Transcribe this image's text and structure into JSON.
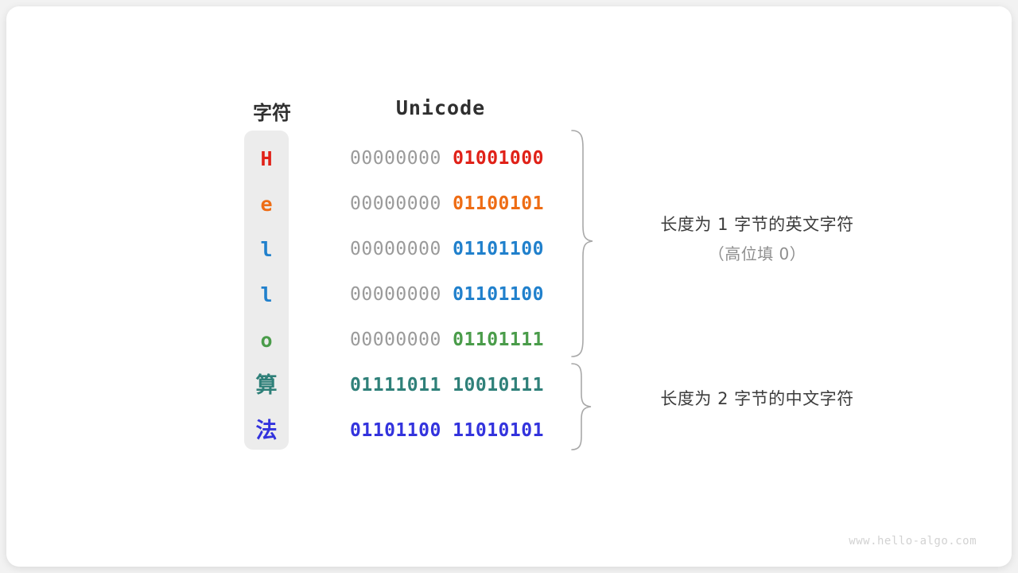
{
  "headers": {
    "char": "字符",
    "unicode": "Unicode"
  },
  "colors": {
    "red": "#e02118",
    "orange": "#ee6c14",
    "blue": "#2080cc",
    "green": "#4a9c4a",
    "teal": "#2f8079",
    "indigo": "#3333dd",
    "gray_high_bits": "#9a9a9a",
    "pill_bg": "#ececec",
    "card_bg": "#ffffff",
    "page_bg": "#f2f2f2",
    "brace": "#a8a8a8",
    "label_primary": "#3c3c3c",
    "label_secondary": "#8e8e8e",
    "watermark": "#d2d2d2"
  },
  "rows": [
    {
      "char": "H",
      "color": "#e02118",
      "high": "00000000",
      "low": "01001000",
      "cjk": false
    },
    {
      "char": "e",
      "color": "#ee6c14",
      "high": "00000000",
      "low": "01100101",
      "cjk": false
    },
    {
      "char": "l",
      "color": "#2080cc",
      "high": "00000000",
      "low": "01101100",
      "cjk": false
    },
    {
      "char": "l",
      "color": "#2080cc",
      "high": "00000000",
      "low": "01101100",
      "cjk": false
    },
    {
      "char": "o",
      "color": "#4a9c4a",
      "high": "00000000",
      "low": "01101111",
      "cjk": false
    },
    {
      "char": "算",
      "color": "#2f8079",
      "high": "01111011",
      "low": "10010111",
      "cjk": true,
      "high_bold": true
    },
    {
      "char": "法",
      "color": "#3333dd",
      "high": "01101100",
      "low": "11010101",
      "cjk": true,
      "high_bold": true
    }
  ],
  "annotations": {
    "one_byte": {
      "line1": "长度为 1 字节的英文字符",
      "line2": "（高位填 0）"
    },
    "two_byte": {
      "line1": "长度为 2 字节的中文字符",
      "line2": ""
    }
  },
  "watermark": "www.hello-algo.com"
}
